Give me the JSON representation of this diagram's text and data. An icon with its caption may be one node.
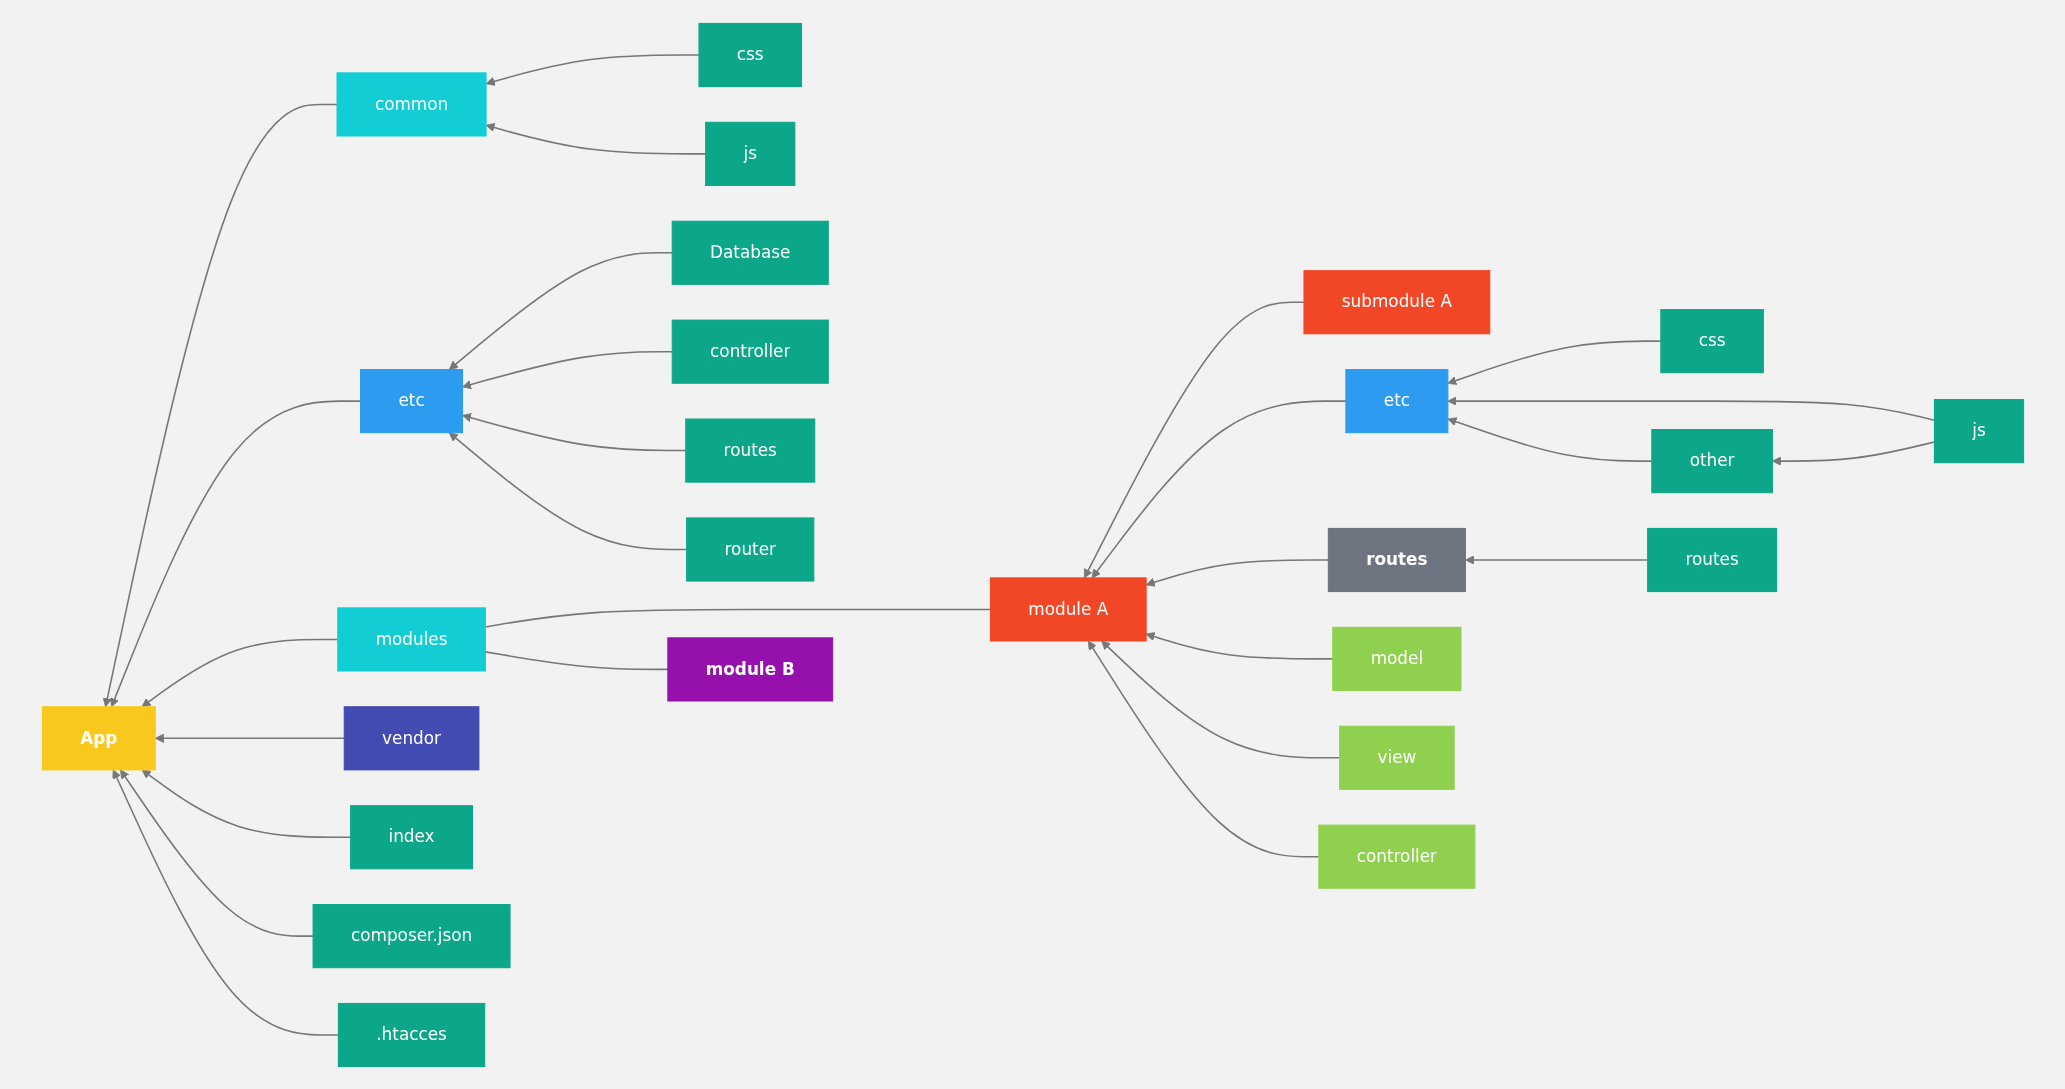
{
  "diagram": {
    "nodes": [
      {
        "text": [
          "App"
        ]
      },
      {
        "text": [
          "common"
        ]
      },
      {
        "text": [
          "etc"
        ]
      },
      {
        "text": [
          "modules"
        ]
      },
      {
        "text": [
          "vendor"
        ]
      },
      {
        "text": [
          "index"
        ]
      },
      {
        "text": [
          "composer.json"
        ]
      },
      {
        "text": [
          ".htacces"
        ]
      },
      {
        "text": [
          "css"
        ]
      },
      {
        "text": [
          "js"
        ]
      },
      {
        "text": [
          "Database"
        ]
      },
      {
        "text": [
          "controller"
        ]
      },
      {
        "text": [
          "routes"
        ]
      },
      {
        "text": [
          "router"
        ]
      },
      {
        "text": [
          "module A"
        ]
      },
      {
        "text": [
          "module B"
        ]
      },
      {
        "text": [
          "submodule A"
        ]
      },
      {
        "text": [
          "etc"
        ]
      },
      {
        "text": [
          "routes"
        ]
      },
      {
        "text": [
          "model"
        ]
      },
      {
        "text": [
          "view"
        ]
      },
      {
        "text": [
          "controller"
        ]
      },
      {
        "text": [
          "css"
        ]
      },
      {
        "text": [
          "js"
        ]
      },
      {
        "text": [
          "other"
        ]
      },
      {
        "text": [
          "routes"
        ]
      }
    ],
    "edges": [
      {
        "from": 1,
        "to": 0,
        "arrow": "to"
      },
      {
        "from": 2,
        "to": 0,
        "arrow": "to"
      },
      {
        "from": 3,
        "to": 0,
        "arrow": "to"
      },
      {
        "from": 4,
        "to": 0,
        "arrow": "to"
      },
      {
        "from": 5,
        "to": 0,
        "arrow": "to"
      },
      {
        "from": 6,
        "to": 0,
        "arrow": "to"
      },
      {
        "from": 7,
        "to": 0,
        "arrow": "to"
      },
      {
        "from": 8,
        "to": 1,
        "arrow": "to"
      },
      {
        "from": 9,
        "to": 1,
        "arrow": "to"
      },
      {
        "from": 10,
        "to": 2,
        "arrow": "to"
      },
      {
        "from": 11,
        "to": 2,
        "arrow": "to"
      },
      {
        "from": 12,
        "to": 2,
        "arrow": "to"
      },
      {
        "from": 13,
        "to": 2,
        "arrow": "to"
      },
      {
        "from": 14,
        "to": 3,
        "arrow": "none"
      },
      {
        "from": 15,
        "to": 3,
        "arrow": "none"
      },
      {
        "from": 16,
        "to": 14,
        "arrow": "to"
      },
      {
        "from": 17,
        "to": 14,
        "arrow": "to"
      },
      {
        "from": 18,
        "to": 14,
        "arrow": "to"
      },
      {
        "from": 19,
        "to": 14,
        "arrow": "to"
      },
      {
        "from": 20,
        "to": 14,
        "arrow": "to"
      },
      {
        "from": 21,
        "to": 14,
        "arrow": "to"
      },
      {
        "from": 22,
        "to": 17,
        "arrow": "to"
      },
      {
        "from": 23,
        "to": 17,
        "arrow": "to"
      },
      {
        "from": 24,
        "to": 17,
        "arrow": "to"
      },
      {
        "from": 23,
        "to": 24,
        "arrow": "to"
      },
      {
        "from": 25,
        "to": 18,
        "arrow": "to"
      }
    ]
  }
}
